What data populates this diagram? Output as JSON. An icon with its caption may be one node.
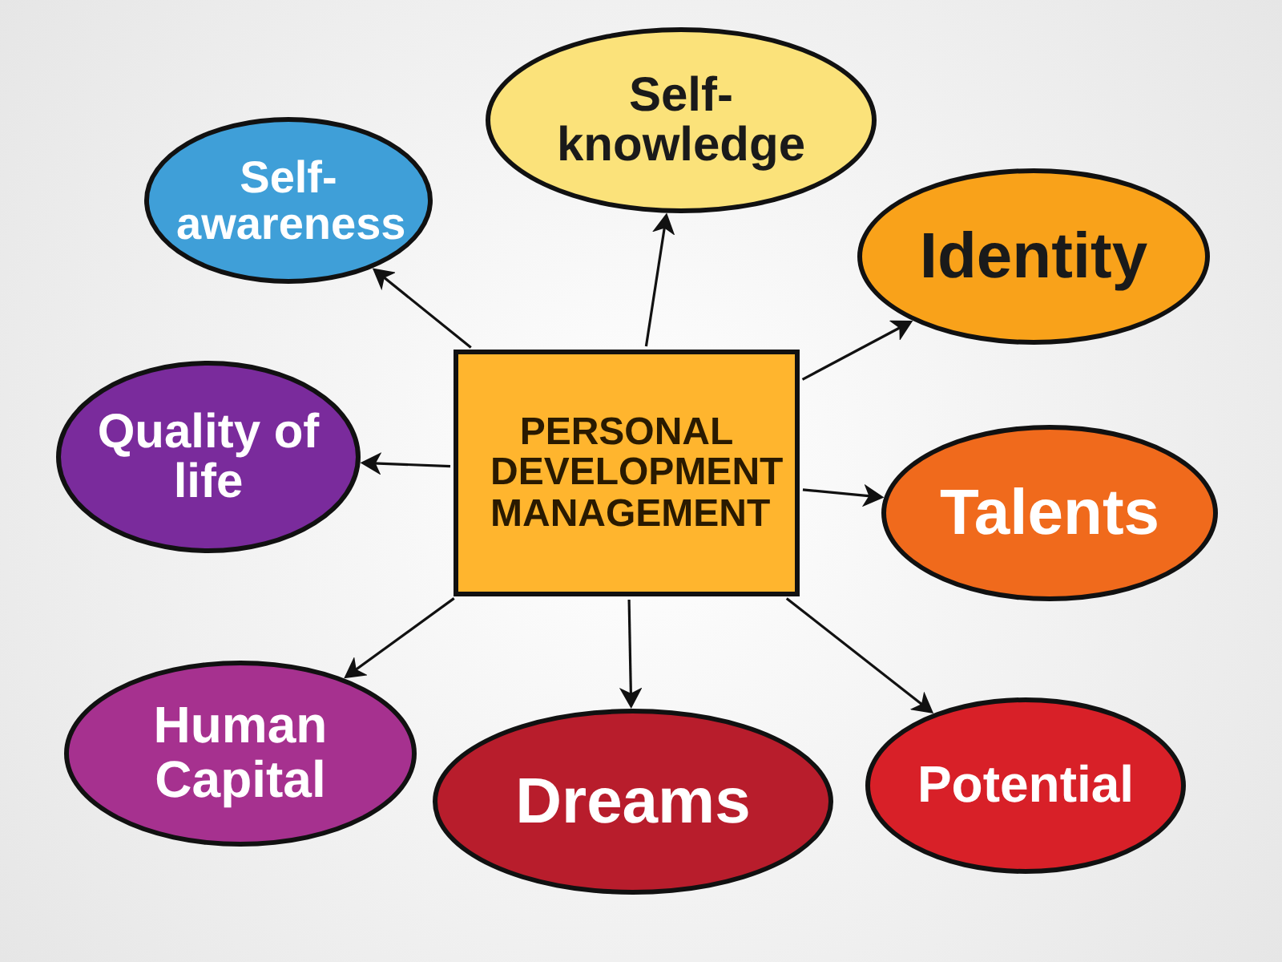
{
  "diagram": {
    "nodes": [
      {
        "text": [
          "PERSONAL DEVELOPMENT MANAGEMENT"
        ]
      },
      {
        "text": [
          "Self-awareness"
        ]
      },
      {
        "text": [
          "Self-knowledge"
        ]
      },
      {
        "text": [
          "Identity"
        ]
      },
      {
        "text": [
          "Quality of life"
        ]
      },
      {
        "text": [
          "Talents"
        ]
      },
      {
        "text": [
          "Human Capital"
        ]
      },
      {
        "text": [
          "Dreams"
        ]
      },
      {
        "text": [
          "Potential"
        ]
      }
    ],
    "edges": [
      {
        "from": 0,
        "to": 1,
        "arrow": "to"
      },
      {
        "from": 0,
        "to": 2,
        "arrow": "to"
      },
      {
        "from": 0,
        "to": 3,
        "arrow": "to"
      },
      {
        "from": 0,
        "to": 4,
        "arrow": "to"
      },
      {
        "from": 0,
        "to": 5,
        "arrow": "to"
      },
      {
        "from": 0,
        "to": 6,
        "arrow": "to"
      },
      {
        "from": 0,
        "to": 7,
        "arrow": "to"
      },
      {
        "from": 0,
        "to": 8,
        "arrow": "to"
      }
    ]
  }
}
